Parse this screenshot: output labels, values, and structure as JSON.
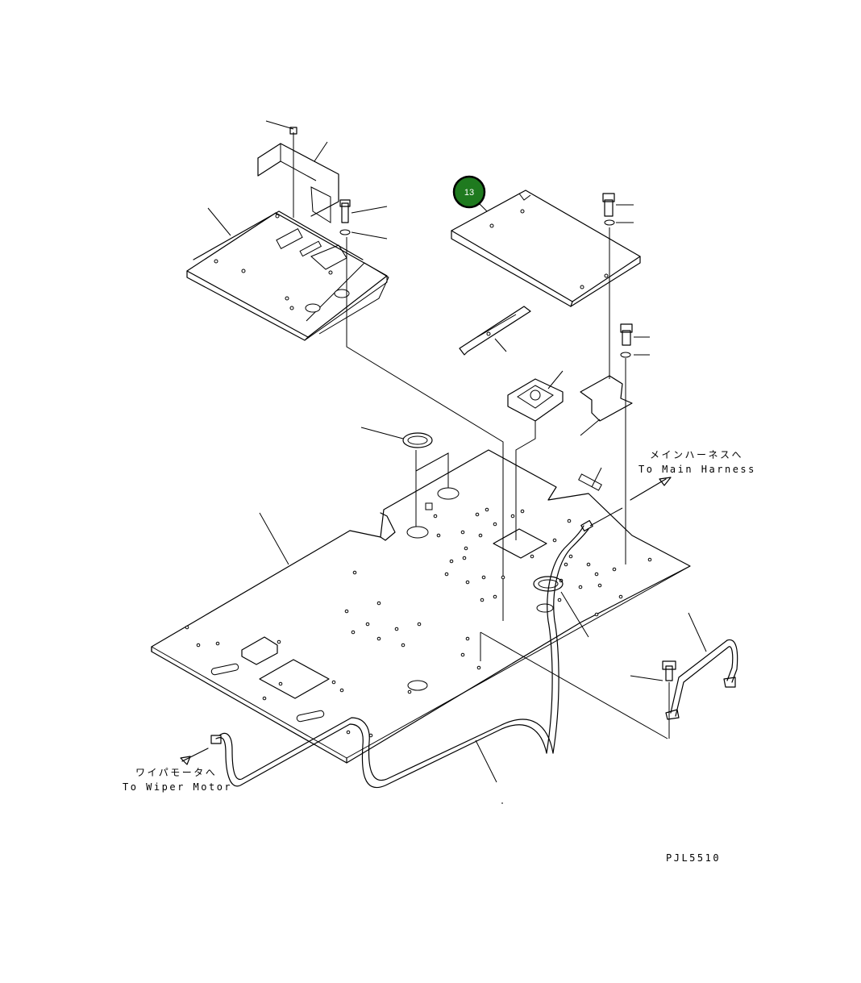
{
  "callouts": [
    {
      "id": "callout-13",
      "label": "13",
      "color": "#1f7a1f",
      "border": "#000000",
      "text_color": "#ffffff"
    }
  ],
  "labels": {
    "main_harness_jp": "メインハーネスへ",
    "main_harness_en": "To Main Harness",
    "wiper_motor_jp": "ワイパモータへ",
    "wiper_motor_en": "To Wiper Motor",
    "drawing_code": "PJL5510"
  }
}
